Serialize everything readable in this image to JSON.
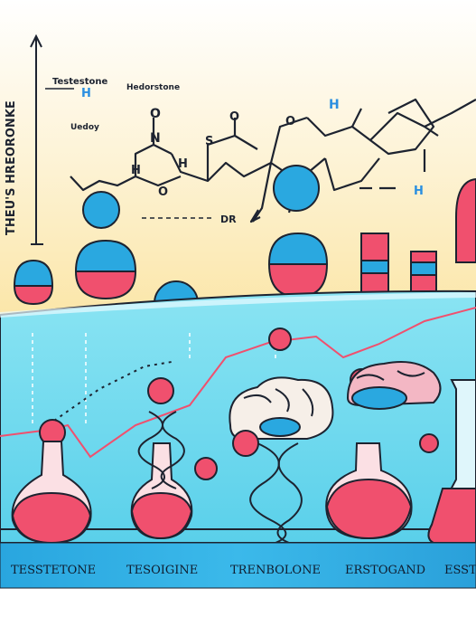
{
  "labels": {
    "vertical_axis": "THEU'S HREORONKE",
    "top_left": "Testestone",
    "top_left_h": "H",
    "hedore": "Hedorstone",
    "udoy": "Uedoy",
    "o_top": "O",
    "n_atom": "N",
    "s_atom": "S",
    "o_mid": "O",
    "o_right": "O",
    "h_left": "H",
    "h_right": "H",
    "h_far_right": "H",
    "o_lower": "O",
    "dr": "DR",
    "h_mid_right": "H"
  },
  "bottom_labels": [
    "TESSTETONE",
    "TESOIGINE",
    "TRENBOLONE",
    "ERSTOGAND",
    "ESSTO"
  ],
  "colors": {
    "blue": "#2aa8e0",
    "pink": "#f0506e",
    "cyan": "#6fd8ec",
    "yellow": "#fbeab0"
  }
}
